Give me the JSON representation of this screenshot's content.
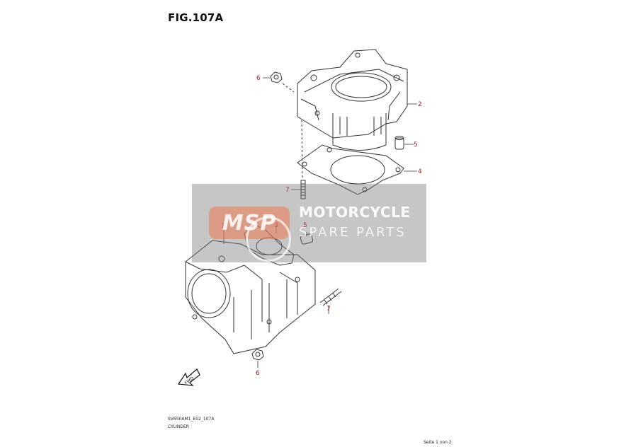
{
  "figure": {
    "title": "FIG.107A"
  },
  "callouts": {
    "c6_top": "6",
    "c2": "2",
    "c5_top": "5",
    "c4": "4",
    "c7_top": "7",
    "c1": "1",
    "c3": "3",
    "c5_mid": "5",
    "c7_bottom": "7",
    "c6_bottom": "6"
  },
  "fwd_label": "FWD",
  "watermark": {
    "logo": "MSP",
    "line1": "MOTORCYCLE",
    "line2": "SPARE PARTS"
  },
  "footer": {
    "code": "SV650AM1_E02_107A",
    "caption": "CYLINDER",
    "page": "Seite 1 von 2"
  },
  "colors": {
    "callout": "#a02020",
    "line": "#333333"
  }
}
